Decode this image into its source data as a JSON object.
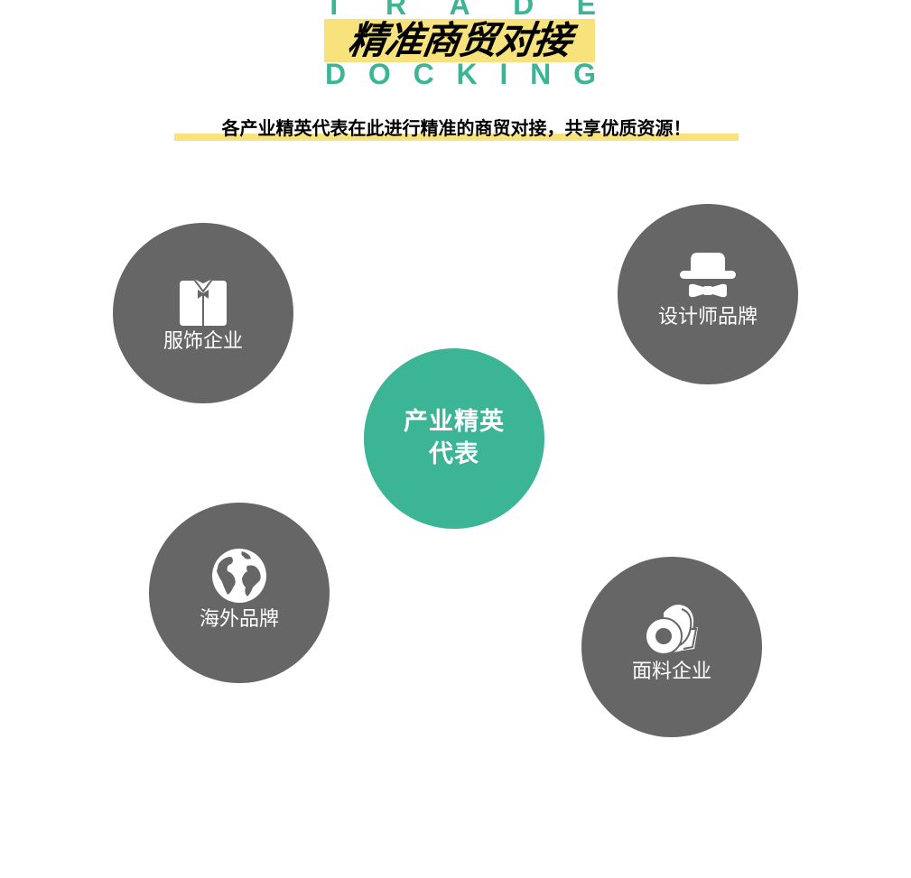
{
  "colors": {
    "accent_green": "#3cb596",
    "accent_yellow": "#f7e27b",
    "circle_gray": "#666666"
  },
  "header": {
    "english_top": [
      "T",
      "R",
      "A",
      "D",
      "E"
    ],
    "english_bottom": [
      "D",
      "O",
      "C",
      "K",
      "I",
      "N",
      "G"
    ],
    "title": "精准商贸对接",
    "subtitle": "各产业精英代表在此进行精准的商贸对接，共享优质资源！"
  },
  "center": {
    "line1": "产业精英",
    "line2": "代表"
  },
  "nodes": {
    "clothing": {
      "label": "服饰企业",
      "icon": "shirt-icon"
    },
    "designer": {
      "label": "设计师品牌",
      "icon": "hat-bowtie-icon"
    },
    "overseas": {
      "label": "海外品牌",
      "icon": "globe-icon"
    },
    "fabric": {
      "label": "面料企业",
      "icon": "fabric-roll-icon"
    }
  }
}
